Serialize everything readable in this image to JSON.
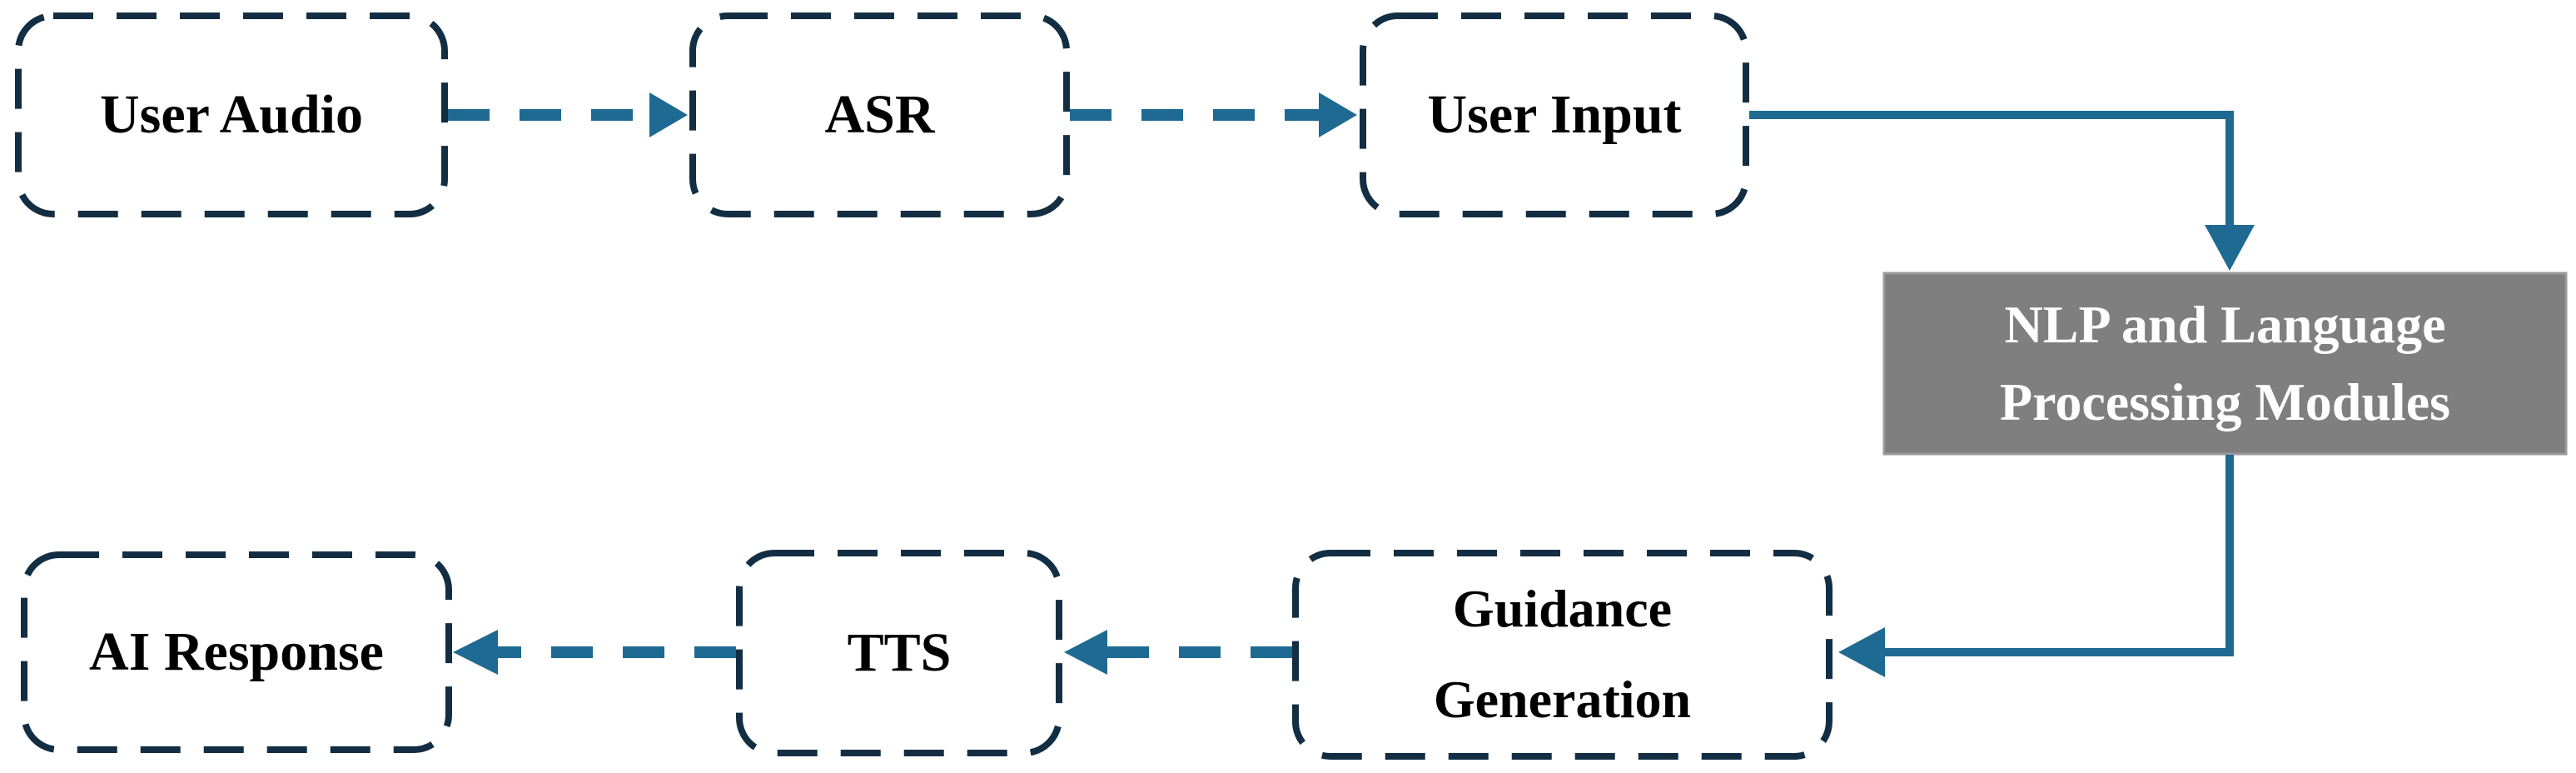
{
  "diagram": {
    "type": "flowchart",
    "background": "plain white, no caption",
    "nodes": {
      "user_audio": {
        "lines": [
          "User Audio"
        ],
        "shape": "dashed-rounded-box"
      },
      "asr": {
        "lines": [
          "ASR"
        ],
        "shape": "dashed-rounded-box"
      },
      "user_input": {
        "lines": [
          "User Input"
        ],
        "shape": "dashed-rounded-box"
      },
      "nlp": {
        "lines": [
          "NLP and Language",
          "Processing Modules"
        ],
        "shape": "gray-filled-box"
      },
      "guidance": {
        "lines": [
          "Guidance",
          "Generation"
        ],
        "shape": "dashed-rounded-box"
      },
      "tts": {
        "lines": [
          "TTS"
        ],
        "shape": "dashed-rounded-box"
      },
      "ai_response": {
        "lines": [
          "AI Response"
        ],
        "shape": "dashed-rounded-box"
      }
    },
    "edges": [
      {
        "from": "user_audio",
        "to": "asr",
        "style": "dashed-arrow-right"
      },
      {
        "from": "asr",
        "to": "user_input",
        "style": "dashed-arrow-right"
      },
      {
        "from": "user_input",
        "to": "nlp",
        "style": "solid-elbow-arrow-right-down"
      },
      {
        "from": "nlp",
        "to": "guidance",
        "style": "solid-elbow-arrow-down-left"
      },
      {
        "from": "guidance",
        "to": "tts",
        "style": "dashed-arrow-left"
      },
      {
        "from": "tts",
        "to": "ai_response",
        "style": "dashed-arrow-left"
      }
    ],
    "colors": {
      "border_navy": "#132e43",
      "arrow_teal": "#1e6a92",
      "nlp_fill": "#7f7f7f",
      "nlp_stroke": "#9a9a9a",
      "nlp_text": "#ffffff",
      "label_text": "#000000",
      "background": "#ffffff"
    }
  }
}
